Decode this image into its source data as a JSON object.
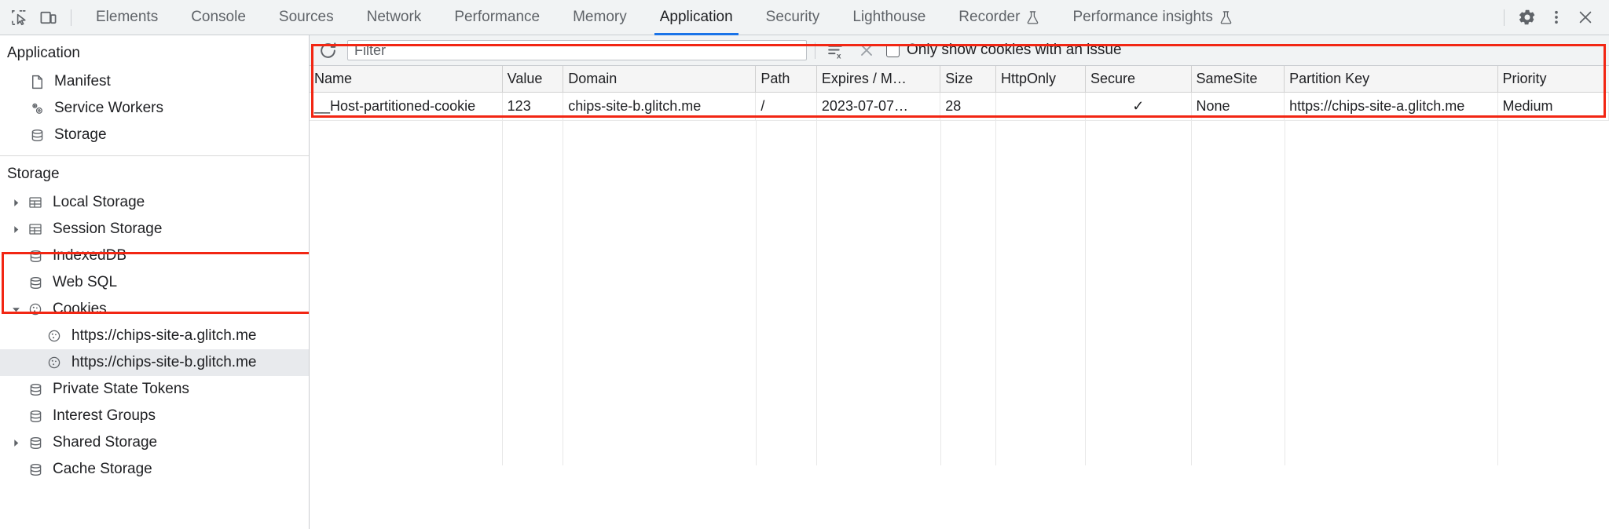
{
  "devtools": {
    "toolbar_icons": [
      {
        "name": "inspect-element-icon",
        "title": "Inspect element"
      },
      {
        "name": "device-toolbar-icon",
        "title": "Toggle device toolbar"
      }
    ],
    "tabs": [
      {
        "label": "Elements",
        "active": false,
        "experimental": false
      },
      {
        "label": "Console",
        "active": false,
        "experimental": false
      },
      {
        "label": "Sources",
        "active": false,
        "experimental": false
      },
      {
        "label": "Network",
        "active": false,
        "experimental": false
      },
      {
        "label": "Performance",
        "active": false,
        "experimental": false
      },
      {
        "label": "Memory",
        "active": false,
        "experimental": false
      },
      {
        "label": "Application",
        "active": true,
        "experimental": false
      },
      {
        "label": "Security",
        "active": false,
        "experimental": false
      },
      {
        "label": "Lighthouse",
        "active": false,
        "experimental": false
      },
      {
        "label": "Recorder",
        "active": false,
        "experimental": true
      },
      {
        "label": "Performance insights",
        "active": false,
        "experimental": true
      }
    ],
    "right_icons": [
      {
        "name": "gear-icon",
        "title": "Settings"
      },
      {
        "name": "kebab-menu-icon",
        "title": "Customize and control DevTools"
      },
      {
        "name": "close-icon",
        "title": "Close DevTools"
      }
    ],
    "accent_color": "#1a73e8",
    "annotation_color": "#f22613"
  },
  "sidebar": {
    "sections": [
      {
        "title": "Application",
        "items": [
          {
            "label": "Manifest",
            "icon": "manifest-document-icon",
            "twisty": "none",
            "indent": 1,
            "selected": false
          },
          {
            "label": "Service Workers",
            "icon": "service-workers-gears-icon",
            "twisty": "none",
            "indent": 1,
            "selected": false
          },
          {
            "label": "Storage",
            "icon": "database-icon",
            "twisty": "none",
            "indent": 1,
            "selected": false
          }
        ]
      },
      {
        "title": "Storage",
        "items": [
          {
            "label": "Local Storage",
            "icon": "table-icon",
            "twisty": "collapsed",
            "indent": 1,
            "selected": false
          },
          {
            "label": "Session Storage",
            "icon": "table-icon",
            "twisty": "collapsed",
            "indent": 1,
            "selected": false
          },
          {
            "label": "IndexedDB",
            "icon": "database-icon",
            "twisty": "none",
            "indent": 1,
            "selected": false
          },
          {
            "label": "Web SQL",
            "icon": "database-icon",
            "twisty": "none",
            "indent": 1,
            "selected": false
          },
          {
            "label": "Cookies",
            "icon": "cookie-icon",
            "twisty": "expanded",
            "indent": 1,
            "selected": false
          },
          {
            "label": "https://chips-site-a.glitch.me",
            "icon": "cookie-icon",
            "twisty": "none",
            "indent": 2,
            "selected": false
          },
          {
            "label": "https://chips-site-b.glitch.me",
            "icon": "cookie-icon",
            "twisty": "none",
            "indent": 2,
            "selected": true
          },
          {
            "label": "Private State Tokens",
            "icon": "database-icon",
            "twisty": "none",
            "indent": 1,
            "selected": false
          },
          {
            "label": "Interest Groups",
            "icon": "database-icon",
            "twisty": "none",
            "indent": 1,
            "selected": false
          },
          {
            "label": "Shared Storage",
            "icon": "database-icon",
            "twisty": "collapsed",
            "indent": 1,
            "selected": false
          },
          {
            "label": "Cache Storage",
            "icon": "database-icon",
            "twisty": "none",
            "indent": 1,
            "selected": false
          }
        ]
      }
    ]
  },
  "filterbar": {
    "refresh_title": "Refresh",
    "filter_placeholder": "Filter",
    "filter_value": "",
    "clear_all_title": "Clear all cookies",
    "delete_title": "Delete selected cookie",
    "issue_checkbox_label": "Only show cookies with an issue",
    "issue_checkbox_checked": false
  },
  "cookies_table": {
    "columns": [
      "Name",
      "Value",
      "Domain",
      "Path",
      "Expires / M…",
      "Size",
      "HttpOnly",
      "Secure",
      "SameSite",
      "Partition Key",
      "Priority"
    ],
    "rows": [
      {
        "Name": "__Host-partitioned-cookie",
        "Value": "123",
        "Domain": "chips-site-b.glitch.me",
        "Path": "/",
        "Expires / M…": "2023-07-07…",
        "Size": "28",
        "HttpOnly": "",
        "Secure": "✓",
        "SameSite": "None",
        "Partition Key": "https://chips-site-a.glitch.me",
        "Priority": "Medium"
      }
    ]
  }
}
